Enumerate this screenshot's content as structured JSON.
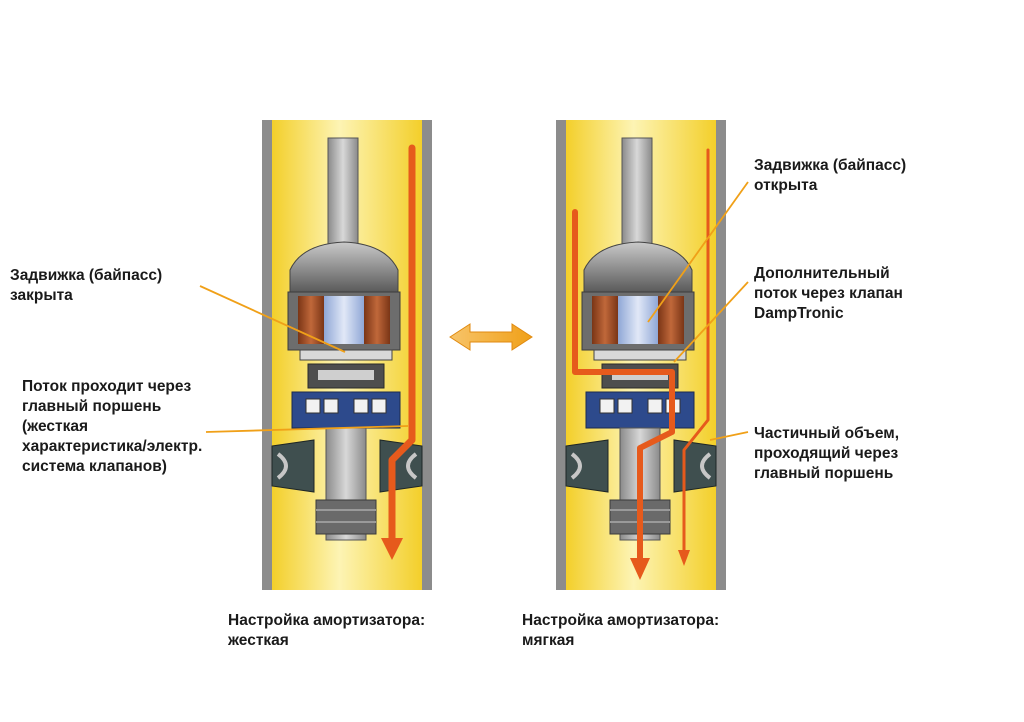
{
  "labels": {
    "left_bypass": "Задвижка (байпасс)\nзакрыта",
    "left_flow": "Поток проходит через\nглавный поршень\n(жесткая\nхарактеристика/электр.\nсистема клапанов)",
    "left_caption": "Настройка амортизатора:\nжесткая",
    "right_bypass": "Задвижка (байпасс)\nоткрыта",
    "right_extra": "Дополнительный\nпоток через клапан\nDampTronic",
    "right_partial": "Частичный объем,\nпроходящий через\nглавный поршень",
    "right_caption": "Настройка амортизатора:\nмягкая"
  },
  "colors": {
    "fluid": "#f6d940",
    "fluid_light": "#fdf3b0",
    "cylinder_wall": "#8c8c8c",
    "flow_arrow": "#e65a1c",
    "leader_line": "#f0a018",
    "switch_arrow": "#f0a018"
  }
}
